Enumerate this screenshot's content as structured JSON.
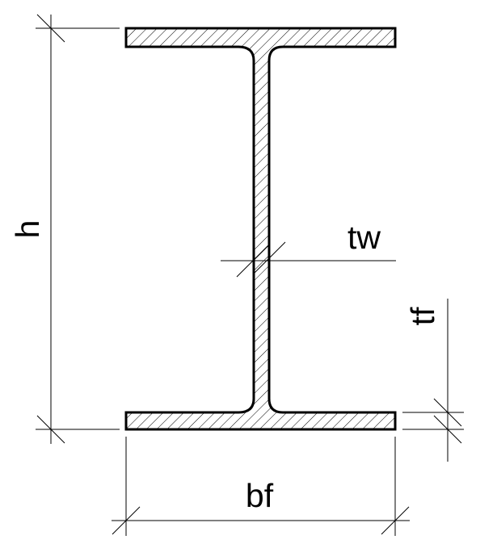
{
  "diagram": {
    "type": "i-beam-cross-section",
    "labels": {
      "height": "h",
      "web_thickness": "tw",
      "flange_thickness": "tf",
      "flange_width": "bf"
    },
    "colors": {
      "stroke": "#000000",
      "hatch": "#000000",
      "background": "#ffffff"
    }
  }
}
